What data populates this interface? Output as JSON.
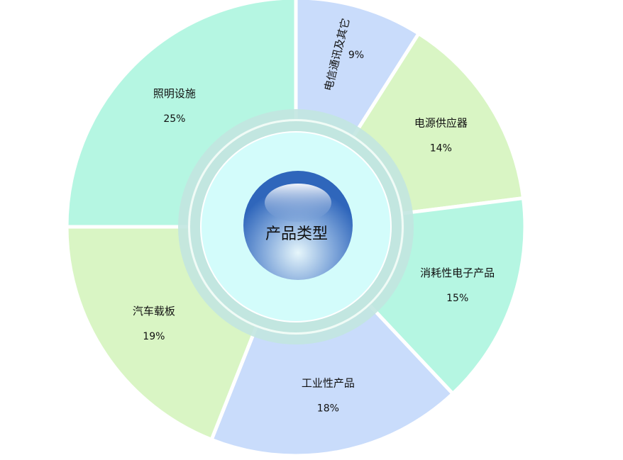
{
  "chart_data": {
    "type": "pie",
    "variant": "donut",
    "center_label": "产品类型",
    "start": "top",
    "direction": "clockwise",
    "slices": [
      {
        "name": "电信通讯及其它",
        "value": 9,
        "label": "9%",
        "color": "#c9dcfb"
      },
      {
        "name": "电源供应器",
        "value": 14,
        "label": "14%",
        "color": "#d9f5c4"
      },
      {
        "name": "消耗性电子产品",
        "value": 15,
        "label": "15%",
        "color": "#b5f6e2"
      },
      {
        "name": "工业性产品",
        "value": 18,
        "label": "18%",
        "color": "#c9dcfb"
      },
      {
        "name": "汽车载板",
        "value": 19,
        "label": "19%",
        "color": "#d9f5c4"
      },
      {
        "name": "照明设施",
        "value": 25,
        "label": "25%",
        "color": "#b5f6e2"
      }
    ]
  }
}
